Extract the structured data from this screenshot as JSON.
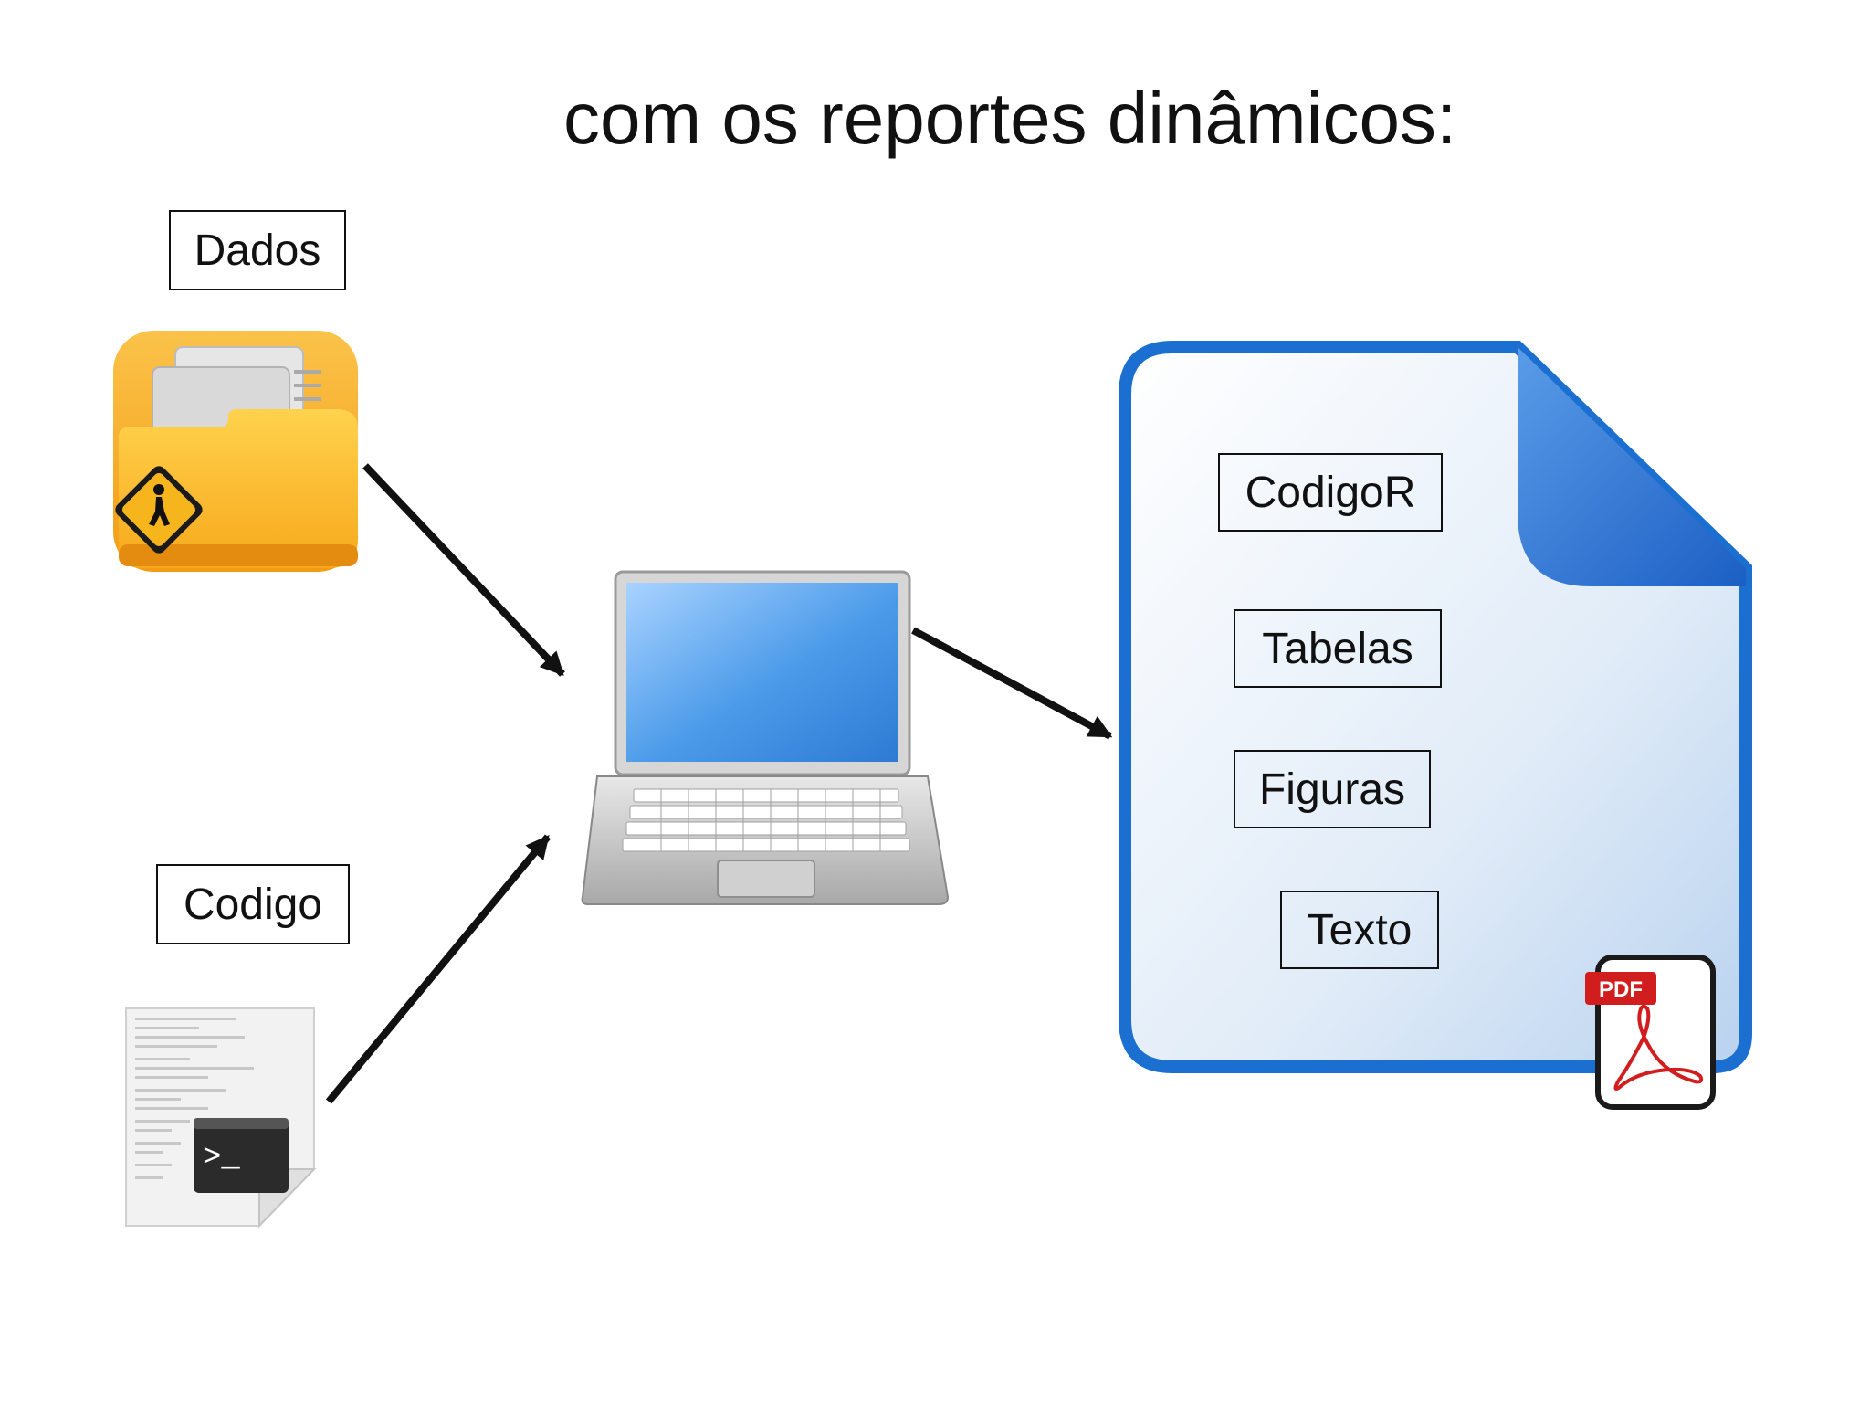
{
  "slide": {
    "title": "com os reportes dinâmicos:"
  },
  "inputs": {
    "data_label": "Dados",
    "code_label": "Codigo"
  },
  "report": {
    "sections": [
      "CodigoR",
      "Tabelas",
      "Figuras",
      "Texto"
    ],
    "pdf_badge": "PDF"
  },
  "icons": {
    "data": "folder-icon",
    "code": "terminal-script-icon",
    "processor": "laptop-icon",
    "report": "document-icon",
    "pdf": "pdf-icon"
  },
  "colors": {
    "folder": "#f7a81b",
    "screen": "#3d8ee6",
    "document_border": "#1a6fd1",
    "pdf_red": "#d11d1d"
  }
}
